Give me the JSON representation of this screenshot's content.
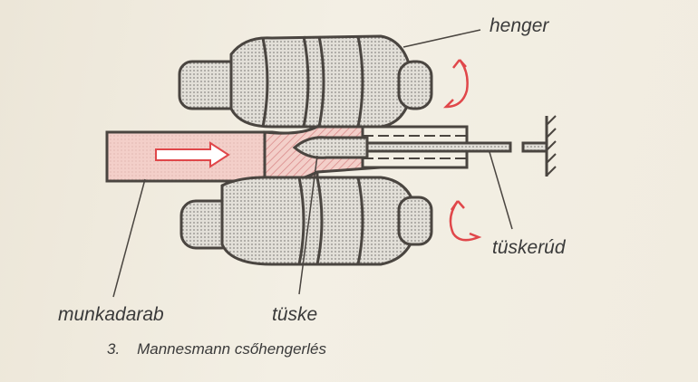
{
  "labels": {
    "roll": "henger",
    "mandrel_rod": "tüskerúd",
    "workpiece": "munkadarab",
    "mandrel": "tüske"
  },
  "caption": {
    "number": "3.",
    "text": "Mannesmann csőhengerlés"
  },
  "colors": {
    "outline": "#4a4540",
    "roll_fill": "#d9d6d0",
    "workpiece_fill": "#f2c9c4",
    "arrow": "#e0474a"
  }
}
